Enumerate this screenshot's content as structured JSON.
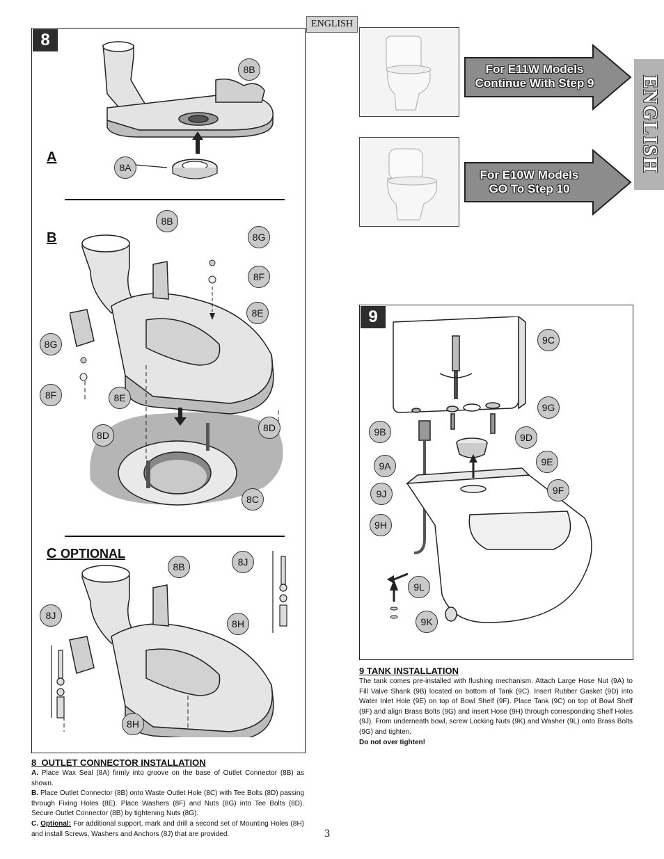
{
  "header": {
    "language_tag": "ENGLISH",
    "side_tab": "ENGLISH"
  },
  "step8": {
    "number": "8",
    "sections": {
      "a": "A",
      "b": "B",
      "c": "C",
      "c_optional": "OPTIONAL"
    },
    "callouts": {
      "a_8b": "8B",
      "a_8a": "8A",
      "b_8b": "8B",
      "b_8g_r": "8G",
      "b_8f_r": "8F",
      "b_8e_r": "8E",
      "b_8g_l": "8G",
      "b_8f_l": "8F",
      "b_8e_l": "8E",
      "b_8d_l": "8D",
      "b_8d_r": "8D",
      "b_8c": "8C",
      "c_8b": "8B",
      "c_8j_r": "8J",
      "c_8j_l": "8J",
      "c_8h_r": "8H",
      "c_8h_b": "8H"
    },
    "title": "8  OUTLET CONNECTOR INSTALLATION",
    "text_a_label": "A.",
    "text_a": "Place Wax Seal (8A) firmly into groove on the base of Outlet Connector (8B) as shown.",
    "text_b_label": "B.",
    "text_b": "Place Outlet Connector (8B) onto Waste Outlet Hole (8C) with Tee Bolts (8D) passing through Fixing Holes (8E).  Place Washers (8F) and Nuts (8G) into Tee Bolts (8D). Secure Outlet Connector (8B) by tightening Nuts (8G).",
    "text_c_label": "C.",
    "text_c_optional": "Optional:",
    "text_c": "For additional support, mark and drill a second set of Mounting Holes (8H) and install Screws, Washers and Anchors (8J) that are provided."
  },
  "models": {
    "e11w": {
      "line1": "For E11W Models",
      "line2": "Continue With Step 9"
    },
    "e10w": {
      "line1": "For E10W Models",
      "line2": "GO To Step 10"
    }
  },
  "step9": {
    "number": "9",
    "callouts": {
      "c9c": "9C",
      "c9g": "9G",
      "c9b": "9B",
      "c9d": "9D",
      "c9a": "9A",
      "c9e": "9E",
      "c9j": "9J",
      "c9f": "9F",
      "c9h": "9H",
      "c9l": "9L",
      "c9k": "9K"
    },
    "title": "9 TANK INSTALLATION",
    "text": "The tank comes pre-installed with flushing mechanism.  Attach Large Hose Nut (9A) to Fill Valve Shank (9B) located on bottom of Tank (9C).  Insert Rubber Gasket (9D) into Water Inlet Hole (9E) on top of Bowl Shelf (9F).  Place Tank (9C) on top of Bowl Shelf (9F) and align Brass Bolts (9G) and insert Hose (9H)  through corresponding Shelf Holes (9J).  From underneath bowl, screw Locking Nuts (9K) and Washer (9L) onto Brass Bolts (9G) and tighten.",
    "warning": "Do not over tighten!"
  },
  "page_number": "3"
}
